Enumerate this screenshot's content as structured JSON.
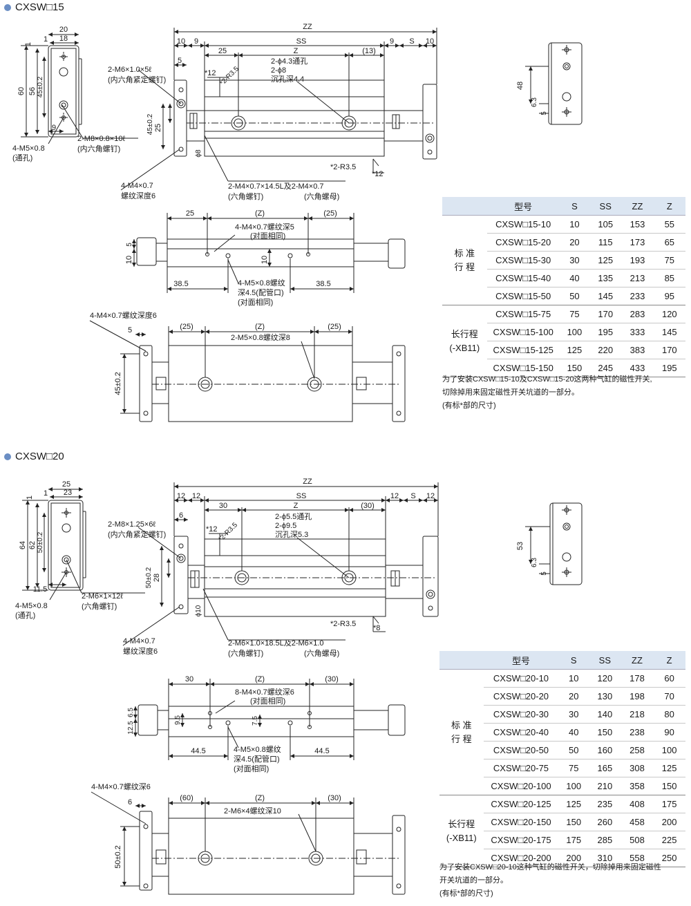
{
  "section1": {
    "title": "CXSW□15",
    "labels": {
      "zz": "ZZ",
      "ss": "SS",
      "z": "Z",
      "s": "S",
      "d10a": "10",
      "d9a": "9",
      "d25": "25",
      "d13": "(13)",
      "d9b": "9",
      "d10b": "10",
      "d5": "5",
      "d12": "*12",
      "r35": "*2-R3.5",
      "hole1": "2-ϕ4.3通孔",
      "hole2": "2-ϕ8",
      "hole3": "沉孔深4.4",
      "m6a": "2-M6×1.0×5ℓ",
      "m6b": "(内六角紧定螺钉)",
      "d25b": "25",
      "d45": "45±0.2",
      "phi8": "ϕ8",
      "m4a": "4-M4×0.7",
      "m4b": "螺纹深度6",
      "m4l": "2-M4×0.7×14.5L及2-M4×0.7",
      "hexbolt": "(六角螺钉)",
      "hexnut": "(六角螺母)",
      "r35b": "*2-R3.5",
      "d12b": "*12",
      "side20": "20",
      "side18": "18",
      "side1a": "1",
      "side1b": "1",
      "side60": "60",
      "side56": "56",
      "side45": "45±0.2",
      "side9": "9",
      "m8a": "2-M8×0.8×10ℓ",
      "m8b": "(内六角螺钉)",
      "m5a": "4-M5×0.8",
      "m5b": "(通孔)",
      "top25a": "25",
      "topZ": "(Z)",
      "top25b": "(25)",
      "m4t1": "4-M4×0.7螺纹深5",
      "m4t2": "(对面相同)",
      "v5": "5",
      "v10": "10",
      "v10b": "10",
      "b385a": "38.5",
      "b385b": "38.5",
      "m5t1": "4-M5×0.8螺纹",
      "m5t2": "深4.5(配管口)",
      "m5t3": "(对面相同)",
      "f1": "4-M4×0.7螺纹深度6",
      "f5": "5",
      "f25a": "(25)",
      "fZ": "(Z)",
      "f25b": "(25)",
      "f45": "45±0.2",
      "fm5": "2-M5×0.8螺纹深8",
      "r48": "48",
      "r63": "6.3",
      "r5": "5"
    },
    "table": {
      "headers": [
        "型号",
        "S",
        "SS",
        "ZZ",
        "Z"
      ],
      "group1": "标 准\n行 程",
      "group2": "长行程\n(-XB11)",
      "rows": [
        [
          "CXSW□15-10",
          "10",
          "105",
          "153",
          "55"
        ],
        [
          "CXSW□15-20",
          "20",
          "115",
          "173",
          "65"
        ],
        [
          "CXSW□15-30",
          "30",
          "125",
          "193",
          "75"
        ],
        [
          "CXSW□15-40",
          "40",
          "135",
          "213",
          "85"
        ],
        [
          "CXSW□15-50",
          "50",
          "145",
          "233",
          "95"
        ],
        [
          "CXSW□15-75",
          "75",
          "170",
          "283",
          "120"
        ],
        [
          "CXSW□15-100",
          "100",
          "195",
          "333",
          "145"
        ],
        [
          "CXSW□15-125",
          "125",
          "220",
          "383",
          "170"
        ],
        [
          "CXSW□15-150",
          "150",
          "245",
          "433",
          "195"
        ]
      ]
    },
    "notes": [
      "为了安装CXSW□15-10及CXSW□15-20这两种气缸的磁性开关,",
      "切除掉用来固定磁性开关坑道的一部分。",
      "(有标*部的尺寸)"
    ]
  },
  "section2": {
    "title": "CXSW□20",
    "labels": {
      "zz": "ZZ",
      "ss": "SS",
      "z": "Z",
      "s": "S",
      "d12a": "12",
      "d12b": "12",
      "d30": "30",
      "d30b": "(30)",
      "d12c": "12",
      "d12d": "12",
      "d6": "6",
      "d12s": "*12",
      "r35": "*2-R3.5",
      "hole1": "2-ϕ5.5通孔",
      "hole2": "2-ϕ9.5",
      "hole3": "沉孔深5.3",
      "m8a": "2-M8×1.25×6ℓ",
      "m8b": "(内六角紧定螺钉)",
      "d28": "28",
      "d50": "50±0.2",
      "phi10": "ϕ10",
      "m4a": "4-M4×0.7",
      "m4b": "螺纹深度6",
      "m6l": "2-M6×1.0×18.5L及2-M6×1.0",
      "hexbolt": "(六角螺钉)",
      "hexnut": "(六角螺母)",
      "r35b": "*2-R3.5",
      "d8": "*8",
      "side25": "25",
      "side23": "23",
      "side1a": "1",
      "side1b": "1",
      "side64": "64",
      "side62": "62",
      "side50": "50±0.2",
      "side115": "11.5",
      "m6sa": "2-M6×1×12ℓ",
      "m6sb": "(六角螺钉)",
      "m5a": "4-M5×0.8",
      "m5b": "(通孔)",
      "top30a": "30",
      "topZ": "(Z)",
      "top30b": "(30)",
      "m4t1": "8-M4×0.7螺纹深6",
      "m4t2": "(对面相同)",
      "v65": "6.5",
      "v125": "12.5",
      "v95": "9.5",
      "v75": "7.5",
      "b445a": "44.5",
      "b445b": "44.5",
      "m5t1": "4-M5×0.8螺纹",
      "m5t2": "深4.5(配管口)",
      "m5t3": "(对面相同)",
      "f1": "4-M4×0.7螺纹深6",
      "f6": "6",
      "f60": "(60)",
      "fZ": "(Z)",
      "f30": "(30)",
      "f50": "50±0.2",
      "fm6": "2-M6×4螺纹深10",
      "r53": "53",
      "r63": "6.3",
      "r5": "5"
    },
    "table": {
      "headers": [
        "型号",
        "S",
        "SS",
        "ZZ",
        "Z"
      ],
      "group1": "标 准\n行 程",
      "group2": "长行程\n(-XB11)",
      "rows": [
        [
          "CXSW□20-10",
          "10",
          "120",
          "178",
          "60"
        ],
        [
          "CXSW□20-20",
          "20",
          "130",
          "198",
          "70"
        ],
        [
          "CXSW□20-30",
          "30",
          "140",
          "218",
          "80"
        ],
        [
          "CXSW□20-40",
          "40",
          "150",
          "238",
          "90"
        ],
        [
          "CXSW□20-50",
          "50",
          "160",
          "258",
          "100"
        ],
        [
          "CXSW□20-75",
          "75",
          "165",
          "308",
          "125"
        ],
        [
          "CXSW□20-100",
          "100",
          "210",
          "358",
          "150"
        ],
        [
          "CXSW□20-125",
          "125",
          "235",
          "408",
          "175"
        ],
        [
          "CXSW□20-150",
          "150",
          "260",
          "458",
          "200"
        ],
        [
          "CXSW□20-175",
          "175",
          "285",
          "508",
          "225"
        ],
        [
          "CXSW□20-200",
          "200",
          "310",
          "558",
          "250"
        ]
      ]
    },
    "notes": [
      "为了安装CXSW□20-10这种气缸的磁性开关，切除掉用来固定磁性",
      "开关坑道的一部分。",
      "(有标*部的尺寸)"
    ]
  }
}
